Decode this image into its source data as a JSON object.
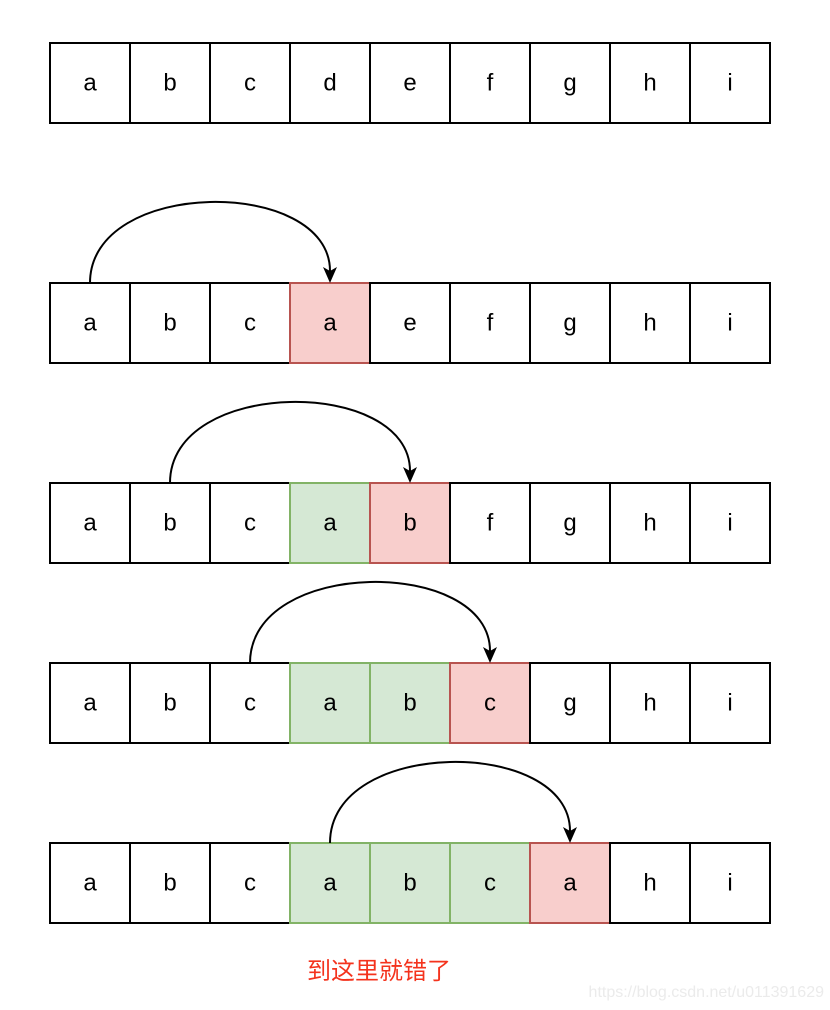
{
  "caption": {
    "text": "到这里就错了",
    "color": "#f4331d"
  },
  "watermark": {
    "text": "https://blog.csdn.net/u011391629",
    "color": "#ebebeb"
  },
  "colors": {
    "plain_fill": "#ffffff",
    "plain_stroke": "#000000",
    "green_fill": "#d5e8d4",
    "green_stroke": "#82b366",
    "red_fill": "#f8cecc",
    "red_stroke": "#b85450",
    "arrow": "#000000",
    "letter": "#000000"
  },
  "rows": [
    {
      "cells": [
        {
          "letter": "a",
          "state": "plain"
        },
        {
          "letter": "b",
          "state": "plain"
        },
        {
          "letter": "c",
          "state": "plain"
        },
        {
          "letter": "d",
          "state": "plain"
        },
        {
          "letter": "e",
          "state": "plain"
        },
        {
          "letter": "f",
          "state": "plain"
        },
        {
          "letter": "g",
          "state": "plain"
        },
        {
          "letter": "h",
          "state": "plain"
        },
        {
          "letter": "i",
          "state": "plain"
        }
      ],
      "arrow": null
    },
    {
      "cells": [
        {
          "letter": "a",
          "state": "plain"
        },
        {
          "letter": "b",
          "state": "plain"
        },
        {
          "letter": "c",
          "state": "plain"
        },
        {
          "letter": "a",
          "state": "red"
        },
        {
          "letter": "e",
          "state": "plain"
        },
        {
          "letter": "f",
          "state": "plain"
        },
        {
          "letter": "g",
          "state": "plain"
        },
        {
          "letter": "h",
          "state": "plain"
        },
        {
          "letter": "i",
          "state": "plain"
        }
      ],
      "arrow": {
        "from": 0,
        "to": 3
      }
    },
    {
      "cells": [
        {
          "letter": "a",
          "state": "plain"
        },
        {
          "letter": "b",
          "state": "plain"
        },
        {
          "letter": "c",
          "state": "plain"
        },
        {
          "letter": "a",
          "state": "green"
        },
        {
          "letter": "b",
          "state": "red"
        },
        {
          "letter": "f",
          "state": "plain"
        },
        {
          "letter": "g",
          "state": "plain"
        },
        {
          "letter": "h",
          "state": "plain"
        },
        {
          "letter": "i",
          "state": "plain"
        }
      ],
      "arrow": {
        "from": 1,
        "to": 4
      }
    },
    {
      "cells": [
        {
          "letter": "a",
          "state": "plain"
        },
        {
          "letter": "b",
          "state": "plain"
        },
        {
          "letter": "c",
          "state": "plain"
        },
        {
          "letter": "a",
          "state": "green"
        },
        {
          "letter": "b",
          "state": "green"
        },
        {
          "letter": "c",
          "state": "red"
        },
        {
          "letter": "g",
          "state": "plain"
        },
        {
          "letter": "h",
          "state": "plain"
        },
        {
          "letter": "i",
          "state": "plain"
        }
      ],
      "arrow": {
        "from": 2,
        "to": 5
      }
    },
    {
      "cells": [
        {
          "letter": "a",
          "state": "plain"
        },
        {
          "letter": "b",
          "state": "plain"
        },
        {
          "letter": "c",
          "state": "plain"
        },
        {
          "letter": "a",
          "state": "green"
        },
        {
          "letter": "b",
          "state": "green"
        },
        {
          "letter": "c",
          "state": "green"
        },
        {
          "letter": "a",
          "state": "red"
        },
        {
          "letter": "h",
          "state": "plain"
        },
        {
          "letter": "i",
          "state": "plain"
        }
      ],
      "arrow": {
        "from": 3,
        "to": 6
      }
    }
  ]
}
